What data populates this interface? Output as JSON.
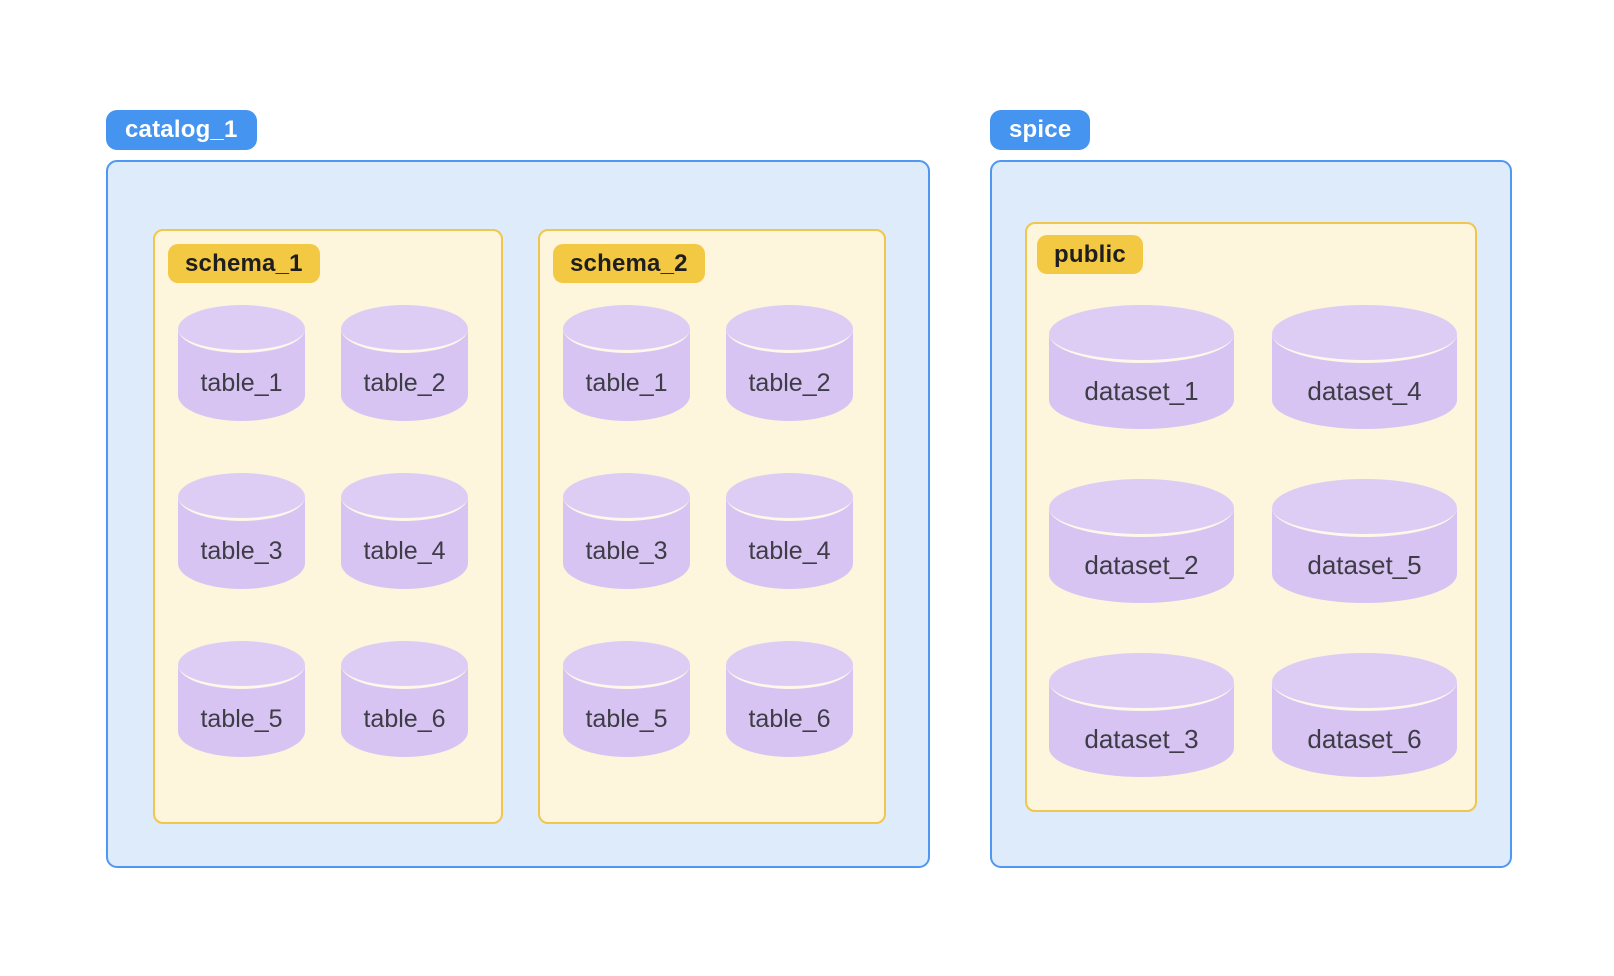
{
  "colors": {
    "blue-pill": "#4594ef",
    "blue-border": "#4f97f2",
    "blue-bg": "#deebfb",
    "gold-pill": "#f3c843",
    "gold-border": "#f0c64e",
    "cream-bg": "#fdf5dc",
    "purple-top": "#ddcdf5",
    "purple-body": "#d7c4f2",
    "cylinder-seam": "#fdf8ea",
    "cylinder-text": "#3e3c46",
    "gold-pill-text": "#1e1e20"
  },
  "diagram": {
    "groups": [
      {
        "label": "catalog_1",
        "schemas": [
          {
            "label": "schema_1",
            "items": [
              "table_1",
              "table_2",
              "table_3",
              "table_4",
              "table_5",
              "table_6"
            ]
          },
          {
            "label": "schema_2",
            "items": [
              "table_1",
              "table_2",
              "table_3",
              "table_4",
              "table_5",
              "table_6"
            ]
          }
        ]
      },
      {
        "label": "spice",
        "schemas": [
          {
            "label": "public",
            "items": [
              "dataset_1",
              "dataset_4",
              "dataset_2",
              "dataset_5",
              "dataset_3",
              "dataset_6"
            ]
          }
        ]
      }
    ]
  }
}
